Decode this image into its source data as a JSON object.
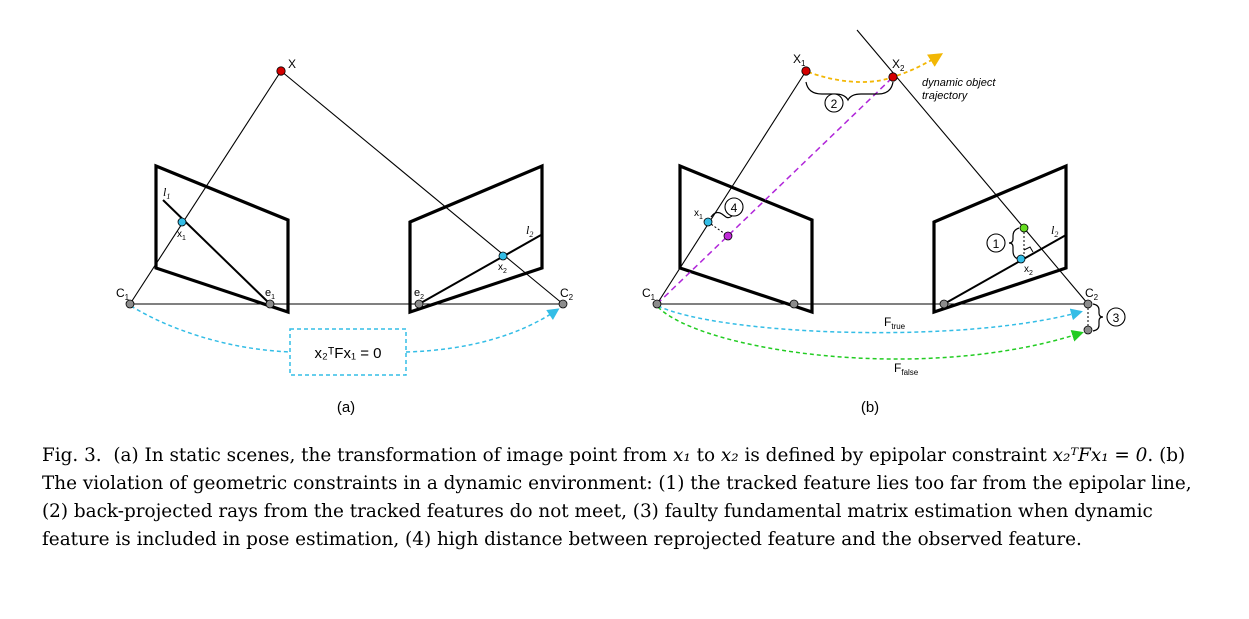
{
  "panel_a": {
    "label": "(a)",
    "point_X": "X",
    "point_C1": "C",
    "point_C1_sub": "1",
    "point_C2": "C",
    "point_C2_sub": "2",
    "point_e1": "e",
    "point_e1_sub": "1",
    "point_e2": "e",
    "point_e2_sub": "2",
    "point_x1": "x",
    "point_x1_sub": "1",
    "point_x2": "x",
    "point_x2_sub": "2",
    "line_l1": "l",
    "line_l1_sub": "1",
    "line_l2": "l",
    "line_l2_sub": "2",
    "constraint_box": "x₂ᵀFx₁ = 0"
  },
  "panel_b": {
    "label": "(b)",
    "point_X1": "X",
    "point_X1_sub": "1",
    "point_X2": "X",
    "point_X2_sub": "2",
    "trajectory_line1": "dynamic object",
    "trajectory_line2": "trajectory",
    "point_C1": "C",
    "point_C1_sub": "1",
    "point_C2": "C",
    "point_C2_sub": "2",
    "point_x1": "x",
    "point_x1_sub": "1",
    "point_x2": "x",
    "point_x2_sub": "2",
    "line_l2": "l",
    "line_l2_sub": "2",
    "F_true": "F",
    "F_true_sub": "true",
    "F_false": "F",
    "F_false_sub": "false",
    "marker_1": "1",
    "marker_2": "2",
    "marker_3": "3",
    "marker_4": "4"
  },
  "caption": {
    "fig_label": "Fig. 3.",
    "text_a1": "(a) In static scenes, the transformation of image point from",
    "text_a2": "to",
    "text_a3": "is defined by epipolar constraint",
    "text_b": ". (b) The violation of geometric constraints in a dynamic environment: (1) the tracked feature lies too far from the epipolar line, (2) back-projected rays from the tracked features do not meet, (3) faulty fundamental matrix estimation when dynamic feature is included in pose estimation, (4) high distance between reprojected feature and the observed feature.",
    "math_x1": "x₁",
    "math_x2": "x₂",
    "math_constraint": "x₂ᵀFx₁ = 0"
  },
  "colors": {
    "red_point": "#d40000",
    "cyan_point": "#33bde6",
    "gray_point": "#8c8c8c",
    "cyan_dashed": "#33bde6",
    "green_dashed": "#22cc22",
    "yellow_dashed": "#f2b705",
    "purple_dashed": "#b026d9",
    "green_point": "#66dd22",
    "magenta_point": "#c02ad8"
  }
}
